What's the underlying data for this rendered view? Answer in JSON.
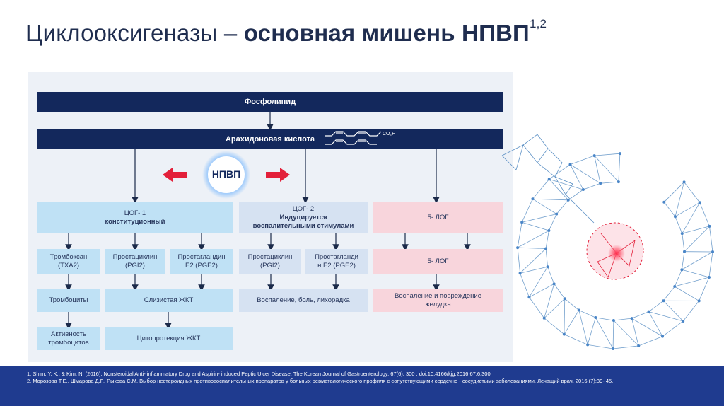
{
  "title": {
    "regular": "Циклооксигеназы – ",
    "bold": "основная мишень НПВП",
    "sup": "1,2"
  },
  "diagram": {
    "phospholipid": "Фосфолипид",
    "arachidonic": "Арахидоновая кислота",
    "chem_formula": "CO₂H",
    "nsaid": "НПВП",
    "cox1": {
      "line1": "ЦОГ- 1",
      "line2": "конституционный"
    },
    "cox2": {
      "line1": "ЦОГ- 2",
      "line2": "Индуцируется",
      "line3": "воспалительными   стимулами"
    },
    "lox": "5- ЛОГ",
    "thromboxane": {
      "line1": "Тромбоксан",
      "line2": "(TXA2)"
    },
    "prostacyclin1": {
      "line1": "Простациклин",
      "line2": "(PGI2)"
    },
    "prostaglandin1": {
      "line1": "Простагландин",
      "line2": "E2 (PGE2)"
    },
    "prostacyclin2": {
      "line1": "Простациклин",
      "line2": "(PGI2)"
    },
    "prostaglandin2": {
      "line1": "Простагланди",
      "line2": "н E2 (PGE2)"
    },
    "lox2": "5- ЛОГ",
    "platelets": "Тромбоциты",
    "mucosa": "Слизистая ЖКТ",
    "inflammation": "Воспаление, боль, лихорадка",
    "stomach": {
      "line1": "Воспаление и повреждение",
      "line2": "желудка"
    },
    "platelet_activity": {
      "line1": "Активность",
      "line2": "тромбоцитов"
    },
    "cytoprotection": "Цитопротекция ЖКТ"
  },
  "footer": {
    "ref1": "1. Shim, Y. K., & Kim, N. (2016). Nonsteroidal Anti- inflammatory Drug and Aspirin- induced Peptic Ulcer Disease. The Korean Journal of Gastroenterology, 67(6), 300 . doi:10.4166/kjg.2016.67.6.300",
    "ref2": "2. Морозова Т.Е., Шмарова Д.Г., Рыкова С.М. Выбор нестероидных противовоспалительных препаратов у больных ревматологического профиля с сопутствующими сердечно - сосудистыми заболеваниями. Лечащий врач. 2016;(7):39- 45."
  },
  "colors": {
    "navy": "#13285c",
    "cox1_blue": "#bfe1f5",
    "cox2_blue": "#d6e2f2",
    "lox_pink": "#f8d5dc",
    "arrow_red": "#e3203a",
    "footer": "#1f3b8f"
  }
}
